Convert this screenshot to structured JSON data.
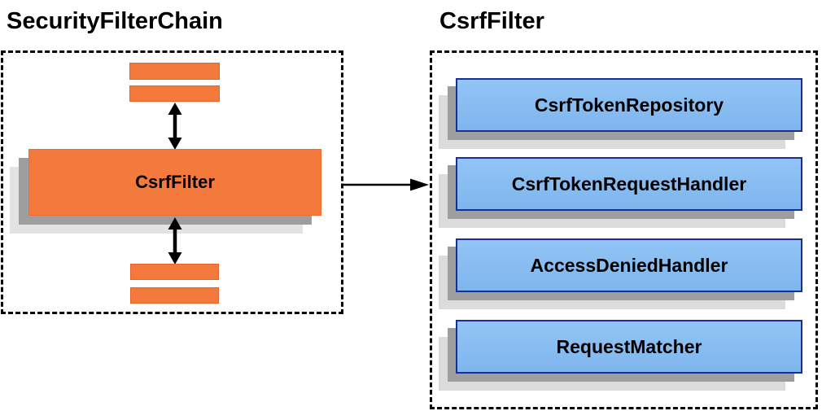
{
  "diagram": {
    "type": "architecture-diagram",
    "colors": {
      "filter_fill": "#F4793C",
      "filter_border": "#E8632B",
      "component_fill": "#85BDF0",
      "component_border": "#1A2F96",
      "shadow_dark": "#9E9E9E",
      "shadow_light": "#E3E3E3",
      "text": "#000000"
    },
    "left_panel": {
      "title": "SecurityFilterChain",
      "filter_box": {
        "label": "CsrfFilter"
      },
      "placeholder_bars_above": 2,
      "placeholder_bars_below": 2
    },
    "right_panel": {
      "title": "CsrfFilter",
      "components": [
        {
          "label": "CsrfTokenRepository"
        },
        {
          "label": "CsrfTokenRequestHandler"
        },
        {
          "label": "AccessDeniedHandler"
        },
        {
          "label": "RequestMatcher"
        }
      ]
    }
  }
}
